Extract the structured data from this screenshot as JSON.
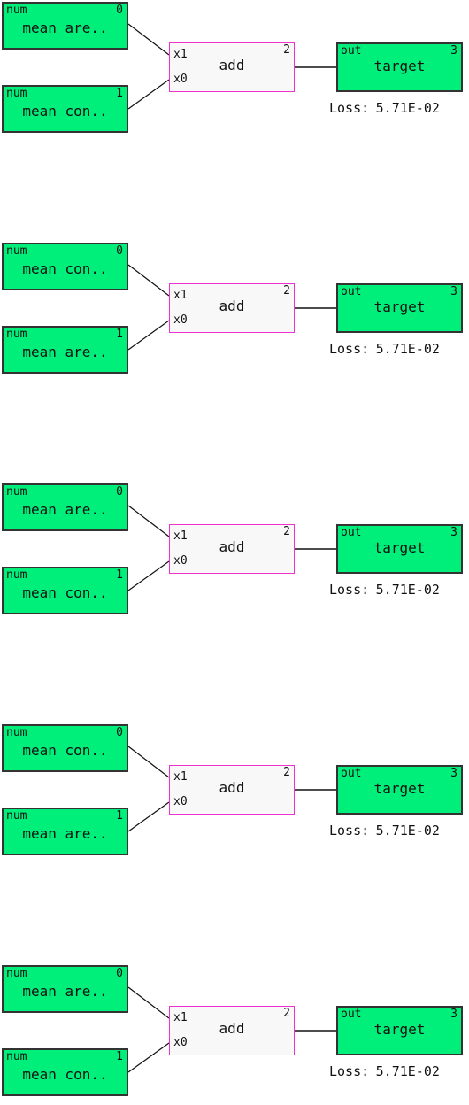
{
  "common": {
    "input_tag": "num",
    "output_tag": "out",
    "op_name": "add",
    "op_index": "2",
    "port_top": "x1",
    "port_bottom": "x0",
    "output_name": "target",
    "output_index": "3",
    "loss_label": "Loss:",
    "loss_value": "5.71E-02"
  },
  "graphs": [
    {
      "input_top": {
        "name": "mean are..",
        "index": "0"
      },
      "input_bottom": {
        "name": "mean con..",
        "index": "1"
      }
    },
    {
      "input_top": {
        "name": "mean con..",
        "index": "0"
      },
      "input_bottom": {
        "name": "mean are..",
        "index": "1"
      }
    },
    {
      "input_top": {
        "name": "mean are..",
        "index": "0"
      },
      "input_bottom": {
        "name": "mean con..",
        "index": "1"
      }
    },
    {
      "input_top": {
        "name": "mean con..",
        "index": "0"
      },
      "input_bottom": {
        "name": "mean are..",
        "index": "1"
      }
    },
    {
      "input_top": {
        "name": "mean are..",
        "index": "0"
      },
      "input_bottom": {
        "name": "mean con..",
        "index": "1"
      }
    }
  ],
  "colors": {
    "node_fill": "#00ee7a",
    "node_border": "#333333",
    "op_fill": "#f8f8f8",
    "op_border": "#ee33cc",
    "edge": "#111111"
  }
}
